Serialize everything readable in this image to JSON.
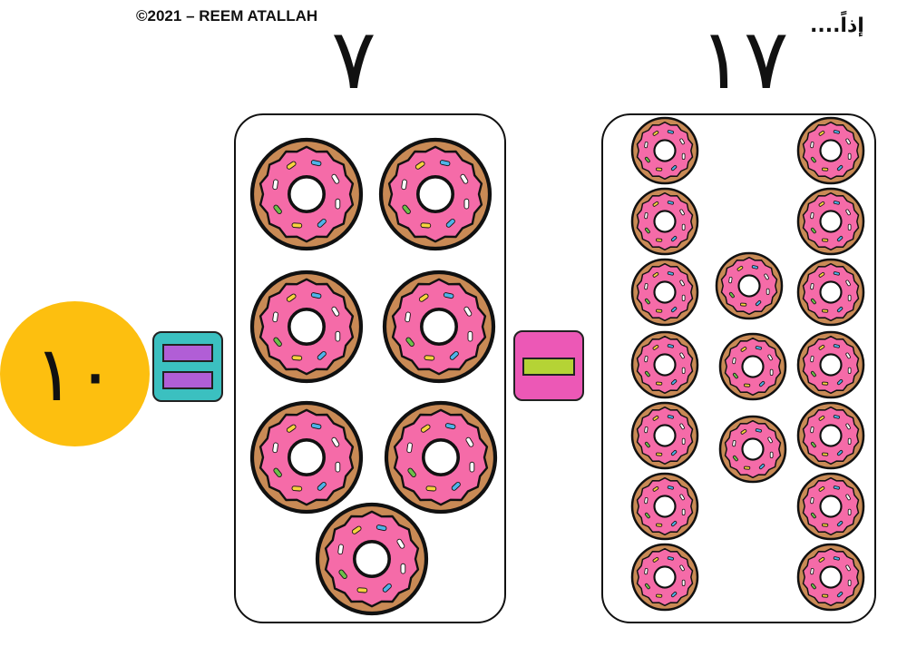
{
  "header": {
    "copyright": "©2021 – REEM ATALLAH",
    "so_label": "إذاً...."
  },
  "equation": {
    "minuend_numeral": "١٧",
    "subtrahend_numeral": "٧",
    "result_numeral": "١٠",
    "equals_icon": "equals-icon",
    "minus_icon": "minus-icon"
  },
  "counts": {
    "right_panel_donuts": 17,
    "left_panel_donuts": 7
  },
  "colors": {
    "result_circle": "#fdbf0f",
    "equals_bg": "#3bc0c0",
    "equals_bars": "#b15ed6",
    "minus_bg": "#ec58b6",
    "minus_bar": "#b5d335",
    "donut_dough": "#c98a55",
    "donut_icing": "#f56ba8"
  }
}
